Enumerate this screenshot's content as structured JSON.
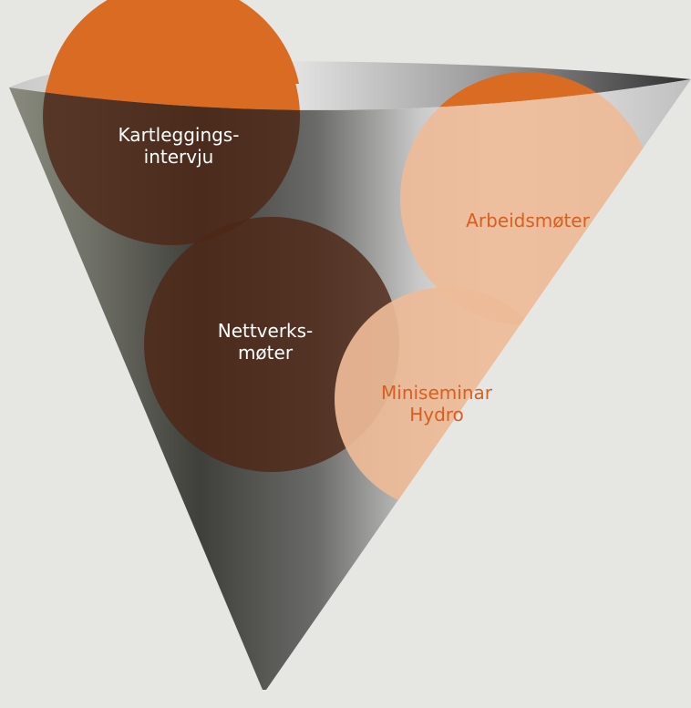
{
  "colors": {
    "background": "#e6e6e2",
    "dark_bubble": "#4e2716",
    "light_bubble": "#eebb98",
    "orange_cap": "#d96b22",
    "light_label": "#ffffff",
    "orange_label": "#d75f1f"
  },
  "bubbles": {
    "kartlegging": {
      "lines": [
        "Kartleggings-",
        "intervju"
      ]
    },
    "nettverk": {
      "lines": [
        "Nettverks-",
        "møter"
      ]
    },
    "arbeid": {
      "lines": [
        "Arbeidsmøter"
      ]
    },
    "miniseminar": {
      "lines": [
        "Miniseminar",
        "Hydro"
      ]
    }
  }
}
